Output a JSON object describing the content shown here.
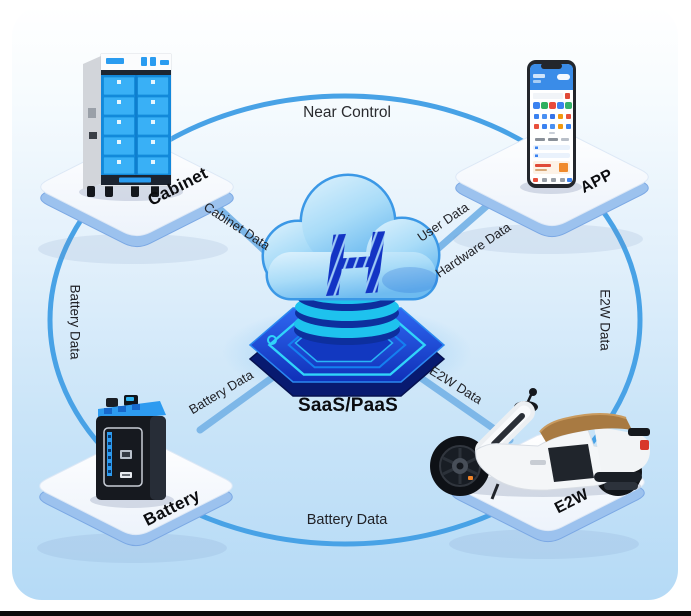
{
  "diagram": {
    "center": {
      "platform_label": "SaaS/PaaS",
      "cloud_logo_letter": "H"
    },
    "nodes": {
      "cabinet": {
        "label": "Cabinet"
      },
      "app": {
        "label": "APP"
      },
      "battery": {
        "label": "Battery"
      },
      "e2w": {
        "label": "E2W"
      }
    },
    "arc_labels": {
      "top": "Near Control",
      "left": "Battery Data",
      "right": "E2W Data",
      "bottom": "Battery Data"
    },
    "line_labels": {
      "cabinet": "Cabinet Data",
      "app_user": "User Data",
      "app_hardware": "Hardware Data",
      "battery": "Battery Data",
      "e2w": "E2W Data"
    }
  },
  "icons": {
    "cloud-h-logo-icon": "striped monogram letter H on blue cloud",
    "cabinet-illustration": "blue battery-swap cabinet with locker doors",
    "smartphone-illustration": "phone showing app home screen",
    "battery-illustration": "black battery pack with blue top cap",
    "scooter-illustration": "white electric two-wheeler with brown seat"
  },
  "colors": {
    "ring_stroke": "#48a2e6",
    "connector": "#7db7e8",
    "platform_side": "#9cc2ee",
    "cloud_outline": "#3b98e6",
    "logo_blue": "#1334c4",
    "neon_cyan": "#30d4fa",
    "hex_blue": "#1030b8",
    "label_text": "#212227",
    "card_bottom": "#b5daf6"
  }
}
